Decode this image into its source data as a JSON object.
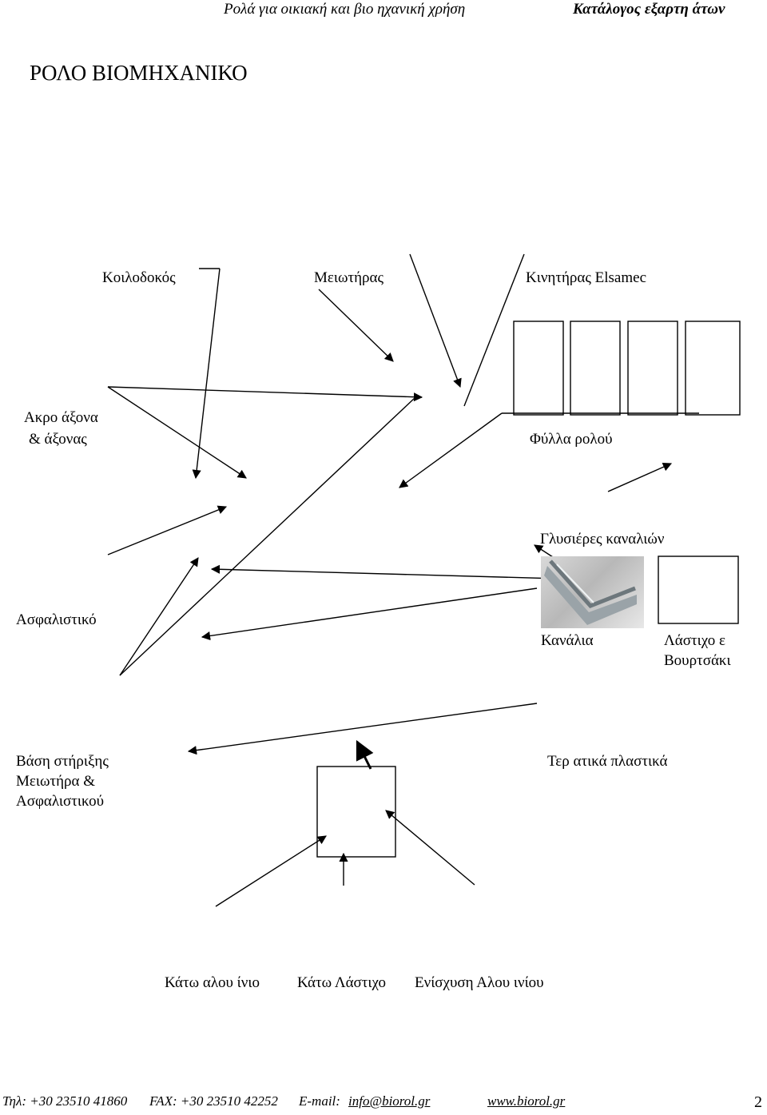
{
  "header": {
    "left": "Ρολά για οικιακή και βιο ηχανική χρήση",
    "right": "Κατάλογος εξαρτη άτων"
  },
  "title": "ΡΟΛΟ ΒΙΟΜΗΧΑΝΙΚΟ",
  "labels": {
    "koilodokos": "Κοιλοδοκός",
    "meiotiras": "Μειωτήρας",
    "kinitiras": "Κινητήρας Elsamec",
    "akro_line1": "Ακρο άξονα",
    "akro_line2": "& άξονας",
    "fylla": "Φύλλα ρολού",
    "glysieres": "Γλυσιέρες καναλιών",
    "asfalistiko": "Ασφαλιστικό",
    "kanalia": "Κανάλια",
    "lastixo_line1": "Λάστιχο ε",
    "lastixo_line2": "Βουρτσάκι",
    "vasi_line1": "Βάση στήριξης",
    "vasi_line2": "Μειωτήρα &",
    "vasi_line3": "Ασφαλιστικού",
    "termatika": "Τερ ατικά πλαστικά",
    "kato_alouminio": "Κάτω αλου ίνιο",
    "kato_lastixo": "Κάτω Λάστιχο",
    "enisxysi": "Ενίσχυση Αλου ινίου"
  },
  "footer": {
    "phone": "Τηλ: +30 23510 41860",
    "fax": "FAX: +30 23510 42252",
    "email_label": "E-mail:",
    "email": "info@biorol.gr",
    "website": "www.biorol.gr",
    "page_number": "2"
  }
}
